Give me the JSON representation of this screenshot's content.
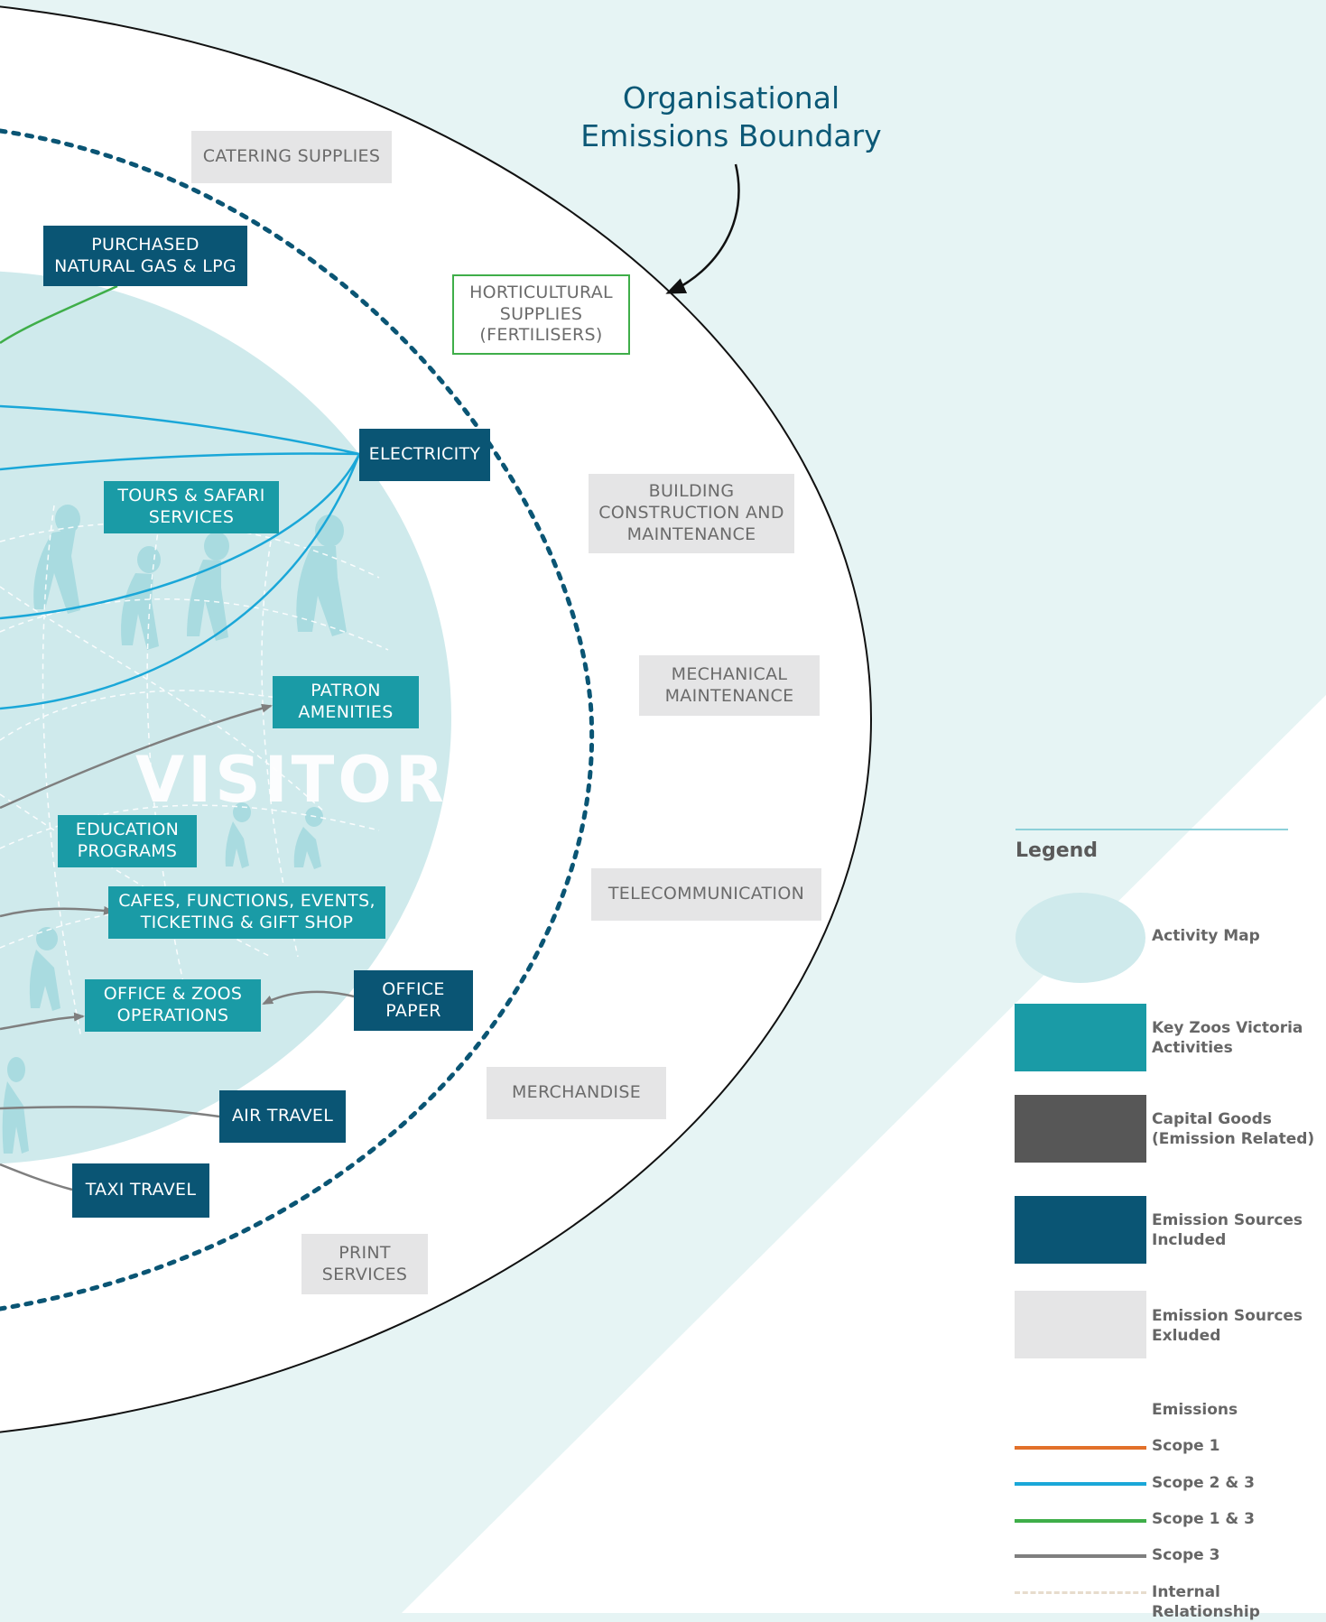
{
  "boundary_label": "Organisational\nEmissions Boundary",
  "activity_label": "VISITORS",
  "boxes": {
    "catering_supplies": "CATERING SUPPLIES",
    "purchased_gas": "PURCHASED\nNATURAL GAS & LPG",
    "horticultural_supplies": "HORTICULTURAL\nSUPPLIES\n(FERTILISERS)",
    "electricity": "ELECTRICITY",
    "tours_safari": "TOURS & SAFARI\nSERVICES",
    "building_construction": "BUILDING\nCONSTRUCTION AND\nMAINTENANCE",
    "mechanical_maintenance": "MECHANICAL\nMAINTENANCE",
    "patron_amenities": "PATRON\nAMENITIES",
    "education_programs": "EDUCATION\nPROGRAMS",
    "telecommunication": "TELECOMMUNICATION",
    "cafes_functions": "CAFES, FUNCTIONS, EVENTS,\nTICKETING & GIFT SHOP",
    "office_zoos_operations": "OFFICE & ZOOS\nOPERATIONS",
    "office_paper": "OFFICE\nPAPER",
    "merchandise": "MERCHANDISE",
    "air_travel": "AIR TRAVEL",
    "taxi_travel": "TAXI TRAVEL",
    "print_services": "PRINT\nSERVICES"
  },
  "legend": {
    "title": "Legend",
    "activity_map": "Activity Map",
    "key_activities": "Key Zoos Victoria\nActivities",
    "capital_goods": "Capital Goods\n(Emission Related)",
    "sources_included": "Emission Sources\nIncluded",
    "sources_excluded": "Emission Sources\nExluded",
    "emissions_heading": "Emissions",
    "scope1": "Scope 1",
    "scope23": "Scope 2 & 3",
    "scope13": "Scope 1 & 3",
    "scope3": "Scope 3",
    "internal": "Internal Relationship"
  },
  "colors": {
    "background": "#e6f4f4",
    "activity_map": "#cfeaec",
    "key_activity": "#1a9ba6",
    "capital_goods": "#575757",
    "included": "#0a5574",
    "excluded": "#e5e5e6",
    "scope1": "#e2702a",
    "scope23": "#1aa7d8",
    "scope13": "#3fae49",
    "scope3": "#7f7f7f",
    "internal": "#e7dccd",
    "boundary_text": "#0b5876"
  }
}
